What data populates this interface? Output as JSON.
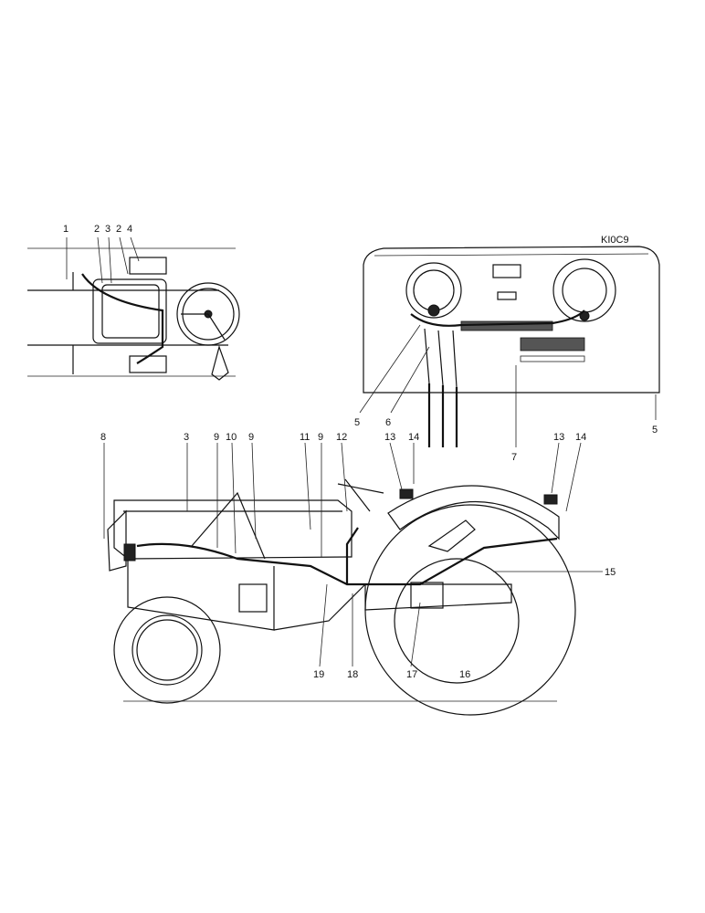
{
  "top_view": {
    "callouts": [
      "1",
      "2",
      "3",
      "2",
      "4"
    ]
  },
  "dashboard": {
    "corner_code": "KI0C9",
    "callouts": [
      "5",
      "6",
      "7",
      "5"
    ]
  },
  "side_view": {
    "top_callouts": [
      "8",
      "3",
      "9",
      "10",
      "9",
      "11",
      "9",
      "12",
      "13",
      "14",
      "13",
      "14"
    ],
    "right_callouts": [
      "15"
    ],
    "bottom_callouts": [
      "19",
      "18",
      "17",
      "16"
    ]
  },
  "icons": [
    "steering-wheel-icon",
    "tractor-icon",
    "gauge-icon",
    "headlamp-icon"
  ]
}
